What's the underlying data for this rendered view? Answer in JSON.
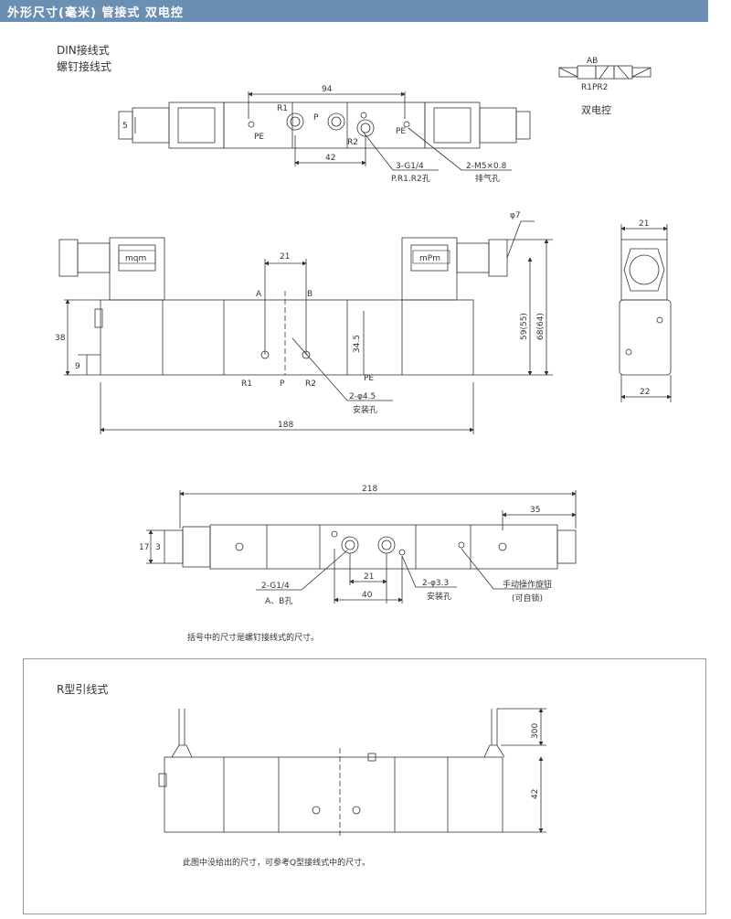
{
  "header": {
    "title": "外形尺寸(毫米)  管接式  双电控"
  },
  "view1": {
    "label_din": "DIN接线式",
    "label_screw": "螺钉接线式"
  },
  "symbol": {
    "ab": "AB",
    "ports": "R1PR2",
    "caption": "双电控"
  },
  "top_view": {
    "dim_94": "94",
    "dim_42": "42",
    "dim_5": "5",
    "R1": "R1",
    "P": "P",
    "R2": "R2",
    "PE_left": "PE",
    "PE_right": "PE",
    "callout_ports": "3-G1/4",
    "callout_ports_sub": "P.R1.R2孔",
    "callout_exhaust": "2-M5×0.8",
    "callout_exhaust_sub": "排气孔"
  },
  "front_view": {
    "coil_left": "mqm",
    "coil_right": "mPm",
    "dim_21": "21",
    "A": "A",
    "B": "B",
    "dim_38": "38",
    "dim_9": "9",
    "dim_345": "34.5",
    "dim_59": "59(55)",
    "dim_68": "68(64)",
    "phi7": "φ7",
    "R1": "R1",
    "P": "P",
    "R2": "R2",
    "PE": "PE",
    "callout_mount": "2-φ4.5",
    "callout_mount_sub": "安装孔",
    "dim_188": "188"
  },
  "side_view": {
    "dim_21": "21",
    "dim_22": "22"
  },
  "bottom_view": {
    "dim_218": "218",
    "dim_35": "35",
    "dim_17": "17",
    "dim_3": "3",
    "dim_21": "21",
    "dim_40": "40",
    "callout_ab": "2-G1/4",
    "callout_ab_sub": "A、B孔",
    "callout_mount": "2-φ3.3",
    "callout_mount_sub": "安装孔",
    "callout_manual": "手动操作旋钮",
    "callout_manual_sub": "(可自锁)"
  },
  "note1": "括号中的尺寸是螺钉接线式的尺寸。",
  "r_type": {
    "title": "R型引线式",
    "dim_300": "300",
    "dim_42": "42",
    "note": "此图中没给出的尺寸，可参考Q型接线式中的尺寸。"
  }
}
